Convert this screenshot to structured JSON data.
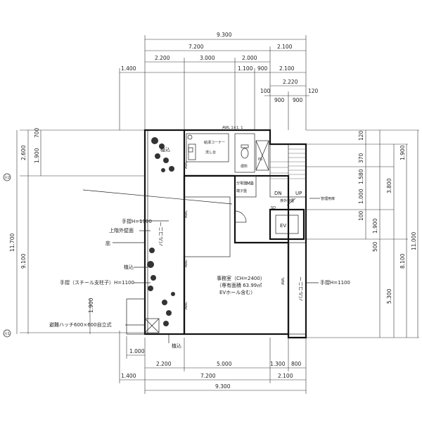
{
  "dims_top": {
    "total": "9.300",
    "a": "7.200",
    "b": "2.100",
    "c": "2.200",
    "d": "3.000",
    "e": "2.000",
    "f": "1.400",
    "g": "1.100",
    "h": "900",
    "i": "2.100",
    "j": "2.220",
    "k": "100",
    "l": "900",
    "m": "900",
    "n": "120"
  },
  "dims_bottom": {
    "a": "1.000",
    "b": "2.200",
    "c": "5.000",
    "d": "1.300",
    "e": "800",
    "f": "1.400",
    "g": "7.200",
    "h": "2.100",
    "total": "9.300"
  },
  "dims_left": {
    "a": "2.600",
    "b": "1.900",
    "c": "700",
    "d": "11.700",
    "e": "9.100",
    "f": "1.900"
  },
  "dims_right": {
    "a": "120",
    "b": "370",
    "c": "1.580",
    "d": "1.000",
    "e": "100",
    "f": "1.900",
    "g": "3.800",
    "h": "1.900",
    "i": "500",
    "j": "5.300",
    "k": "8.100",
    "l": "11.000"
  },
  "axes": {
    "top": "Ⓧ2",
    "bottom": "Ⓧ1"
  },
  "labels": {
    "planting_top": "植込",
    "planting_mid": "植込",
    "planting_bottom": "植込",
    "handrail_left": "手摺H=1100",
    "upper_exterior_wall": "上階外壁面",
    "eave": "庇",
    "steel_handrail": "手摺（スチール支柱子）H=1100",
    "evacuation_hatch": "避難ハッチ600×600自立式",
    "balcony_left": "バルコニー",
    "balcony_right": "バルコニー",
    "hot_water_corner": "給湯コーナー",
    "sink": "流し台",
    "toilet": "便所",
    "ps": "PS",
    "mb": "MB",
    "mb_side_a": "分電盤",
    "mb_side_b": "端子盤",
    "dn": "DN",
    "up": "UP",
    "exhaust_duct": "排外排煙",
    "management_duct": "管理用扉",
    "ev": "EV",
    "sd": "SD",
    "office": "事務室（CH=2400）",
    "office_area": "（専有面積 63.99㎡",
    "office_note": "EVホール含む）",
    "handrail_right": "手摺H=1100",
    "awl_1": "AWL",
    "awl_2": "AWL",
    "awl_3": "AWL",
    "awl_4": "AWL",
    "awl_5": "AWL",
    "awl_top": "AWL 1×1. 1"
  }
}
